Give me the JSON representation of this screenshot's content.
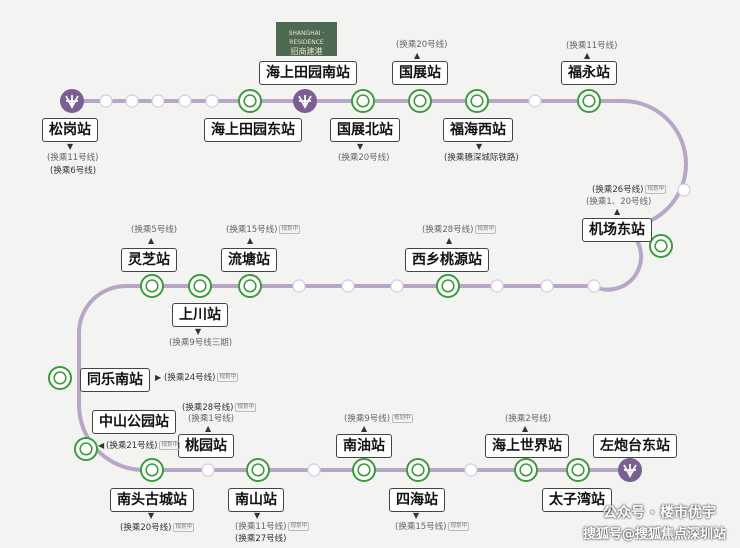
{
  "map": {
    "colors": {
      "line": "#b7a6c7",
      "interchange": "#3a9c3a",
      "terminal": "#7b5e93",
      "normal": "#ffffff"
    }
  },
  "logo": {
    "en": "SHANGHAI · RESIDENCE",
    "cn": "招商建港"
  },
  "labels": {
    "songgang": "松岗站",
    "shangtian_nan": "海上田园南站",
    "shangtian_dong": "海上田园东站",
    "guozhan": "国展站",
    "guozhan_bei": "国展北站",
    "fuhai_xi": "福海西站",
    "fuyong": "福永站",
    "jichang_dong": "机场东站",
    "xixiang_taoyuan": "西乡桃源站",
    "liutang": "流塘站",
    "lingzhi": "灵芝站",
    "shangchuan": "上川站",
    "tongle_nan": "同乐南站",
    "zhongshan_gongyuan": "中山公园站",
    "taoyuan": "桃园站",
    "nantou_gucheng": "南头古城站",
    "nanshan": "南山站",
    "nanyou": "南油站",
    "sihai": "四海站",
    "haishang_shijie": "海上世界站",
    "taiziwan": "太子湾站",
    "zuopaotai_dong": "左炮台东站"
  },
  "transfers": {
    "songgang_1": "(换乘11号线)",
    "songgang_2": "(换乘6号线)",
    "guozhan": "(换乘20号线)",
    "guozhan_bei": "(换乘20号线)",
    "fuhai_xi": "(换乘穗深城际铁路)",
    "fuyong": "(换乘11号线)",
    "jichang_1": "(换乘26号线)",
    "jichang_2": "(换乘1、20号线)",
    "xixiang": "(换乘28号线)",
    "liutang": "(换乘15号线)",
    "lingzhi": "(换乘5号线)",
    "shangchuan": "(换乘9号线三期)",
    "tongle": "(换乘24号线)",
    "taoyuan_1": "(换乘28号线)",
    "taoyuan_2": "(换乘1号线)",
    "zhongshan": "(换乘21号线)",
    "nantou": "(换乘20号线)",
    "nanshan_1": "(换乘11号线)",
    "nanshan_2": "(换乘27号线)",
    "nanyou": "(换乘9号线)",
    "sihai": "(换乘15号线)",
    "haishang": "(换乘2号线)",
    "planning_tag": "规划中"
  },
  "watermark": {
    "line1": "公众号 · 楼市优宇",
    "line2": "搜狐号@搜狐焦点深圳站"
  }
}
